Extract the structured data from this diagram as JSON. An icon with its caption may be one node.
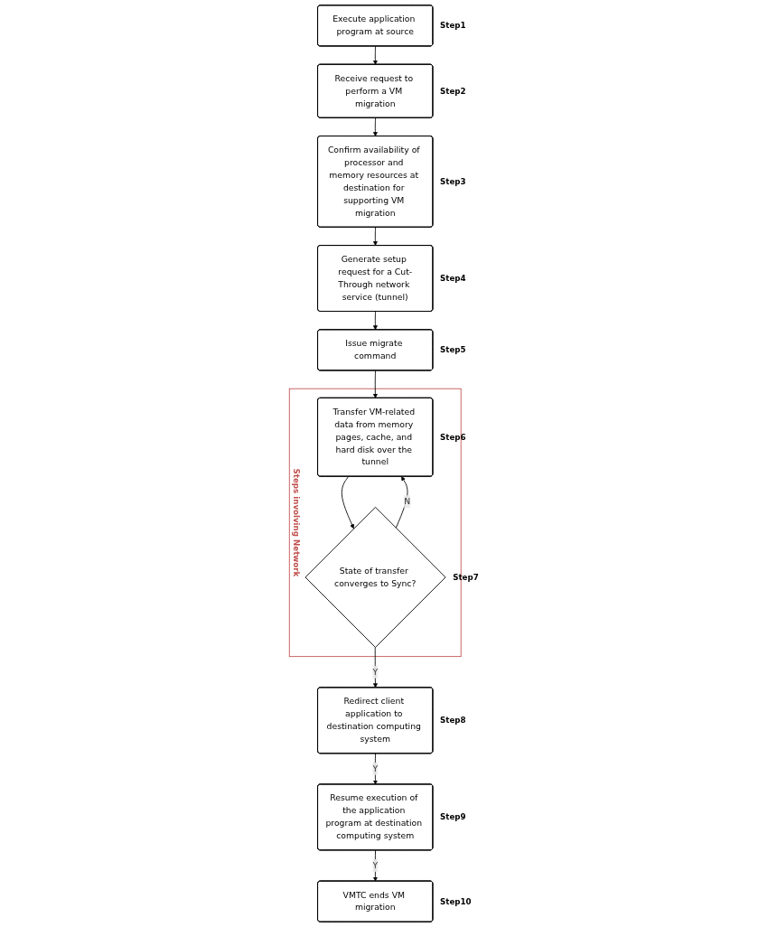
{
  "diagram": {
    "nodes": [
      {
        "text": [
          "Execute application program at source"
        ],
        "beside": [
          "Step1"
        ]
      },
      {
        "text": [
          "Receive request to perform a VM migration"
        ],
        "beside": [
          "Step2"
        ]
      },
      {
        "text": [
          "Confirm availability of processor and memory resources at destination for supporting VM migration"
        ],
        "beside": [
          "Step3"
        ]
      },
      {
        "text": [
          "Generate setup request for a Cut-Through network service (tunnel)"
        ],
        "beside": [
          "Step4"
        ]
      },
      {
        "text": [
          "Issue migrate command"
        ],
        "beside": [
          "Step5"
        ]
      },
      {
        "text": [
          "Steps involving Network"
        ]
      },
      {
        "text": [
          "Transfer VM-related data from memory pages, cache, and hard disk over the tunnel"
        ],
        "beside": [
          "Step6"
        ],
        "in": 5
      },
      {
        "text": [
          "State of transfer converges to Sync?"
        ],
        "beside": [
          "Step7"
        ],
        "in": 5
      },
      {
        "text": [
          "Redirect client application to destination computing system"
        ],
        "beside": [
          "Step8"
        ]
      },
      {
        "text": [
          "Resume execution of the application program at destination computing system"
        ],
        "beside": [
          "Step9"
        ]
      },
      {
        "text": [
          "VMTC ends VM migration"
        ],
        "beside": [
          "Step10"
        ]
      }
    ],
    "edges": [
      {
        "from": 0,
        "to": 1,
        "arrow": "to"
      },
      {
        "from": 1,
        "to": 2,
        "arrow": "to"
      },
      {
        "from": 2,
        "to": 3,
        "arrow": "to"
      },
      {
        "from": 3,
        "to": 4,
        "arrow": "to"
      },
      {
        "from": 4,
        "to": 6,
        "arrow": "to"
      },
      {
        "from": 6,
        "to": 7,
        "arrow": "to"
      },
      {
        "from": 7,
        "to": 6,
        "arrow": "to",
        "label": "N"
      },
      {
        "from": 7,
        "to": 8,
        "arrow": "to",
        "label": "Y"
      },
      {
        "from": 8,
        "to": 9,
        "arrow": "to",
        "label": "Y"
      },
      {
        "from": 9,
        "to": 10,
        "arrow": "to",
        "label": "Y"
      }
    ]
  }
}
